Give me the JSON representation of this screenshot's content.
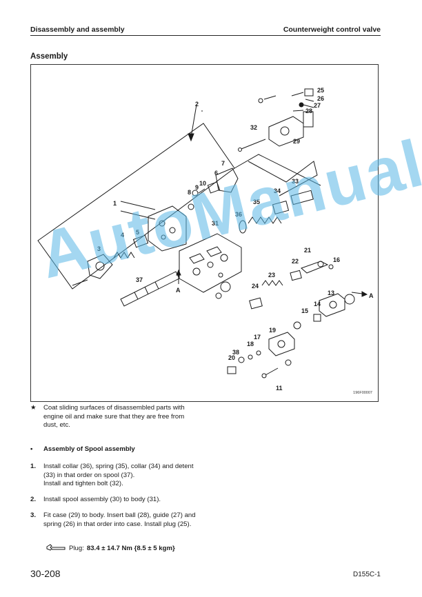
{
  "header": {
    "left": "Disassembly and assembly",
    "right": "Counterweight control valve"
  },
  "section_title": "Assembly",
  "figure": {
    "code": "196F00007",
    "callouts": [
      "1",
      "2",
      "3",
      "4",
      "5",
      "6",
      "7",
      "8",
      "9",
      "10",
      "11",
      "13",
      "14",
      "15",
      "16",
      "17",
      "18",
      "19",
      "20",
      "21",
      "22",
      "23",
      "24",
      "25",
      "26",
      "27",
      "28",
      "29",
      "31",
      "32",
      "33",
      "34",
      "35",
      "36",
      "37",
      "38",
      "A",
      "A"
    ]
  },
  "watermark": "AutoManual",
  "notes": {
    "star_marker": "★",
    "star_text": "Coat sliding surfaces of disassembled parts with engine oil and make sure that they are free from dust, etc.",
    "bullet_marker": "•",
    "bullet_text": "Assembly of Spool assembly"
  },
  "steps": [
    {
      "number": "1.",
      "lines": [
        "Install collar (36), spring (35), collar (34) and detent (33) in that order on spool (37).",
        "Install and tighten bolt (32)."
      ]
    },
    {
      "number": "2.",
      "lines": [
        "Install spool assembly (30) to body (31)."
      ]
    },
    {
      "number": "3.",
      "lines": [
        "Fit case (29) to body. Insert ball (28), guide (27) and spring (26) in that order into case. Install plug (25)."
      ]
    }
  ],
  "torque": {
    "icon": "torque-wrench-icon",
    "label": "Plug:",
    "value": "83.4 ± 14.7 Nm {8.5 ± 5 kgm}"
  },
  "footer": {
    "page": "30-208",
    "model": "D155C-1"
  }
}
